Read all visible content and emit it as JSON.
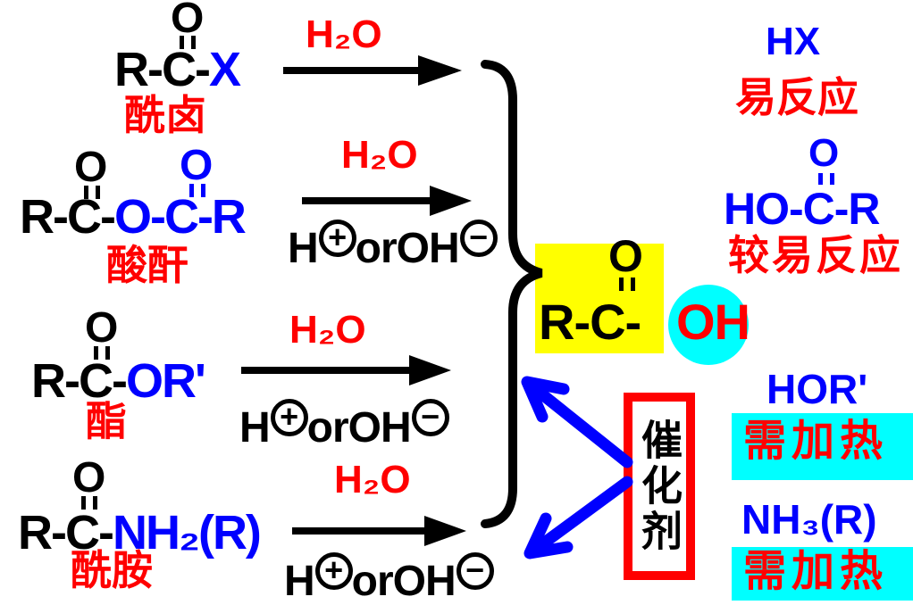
{
  "colors": {
    "red": "#ff0000",
    "blue": "#0000ff",
    "yellow": "#ffff00",
    "cyan": "#00ffff",
    "black": "#000000"
  },
  "reactions": [
    {
      "carbonyl": "O",
      "black_part": "R-C-",
      "blue_part": "X",
      "label": "酰卤",
      "water": "H₂O"
    },
    {
      "carbonyl": "O",
      "carbonyl2": "O",
      "black_part": "R-C-",
      "blue_part": "O-C-R",
      "label": "酸酐",
      "water": "H₂O",
      "ion": {
        "h": "H",
        "plus": "+",
        "or": "orOH",
        "minus": "−"
      }
    },
    {
      "carbonyl": "O",
      "black_part": "R-C-",
      "blue_part": "OR'",
      "label": "酯",
      "water": "H₂O",
      "ion": {
        "h": "H",
        "plus": "+",
        "or": "orOH",
        "minus": "−"
      }
    },
    {
      "carbonyl": "O",
      "black_part": "R-C-",
      "blue_part": "NH₂(R)",
      "label": "酰胺",
      "water": "H₂O",
      "ion": {
        "h": "H",
        "plus": "+",
        "or": "orOH",
        "minus": "−"
      }
    }
  ],
  "product": {
    "carbonyl": "O",
    "black_part": "R-C-",
    "hydroxyl": "OH"
  },
  "right_column": {
    "hx": "HX",
    "hx_note": "易反应",
    "acid_carbonyl": "O",
    "acid": "HO-C-R",
    "acid_note": "较易反应",
    "hor": "HOR'",
    "hor_note": "需加热",
    "amine": "NH₃(R)",
    "amine_note": "需加热"
  },
  "catalyst": "催化剂"
}
